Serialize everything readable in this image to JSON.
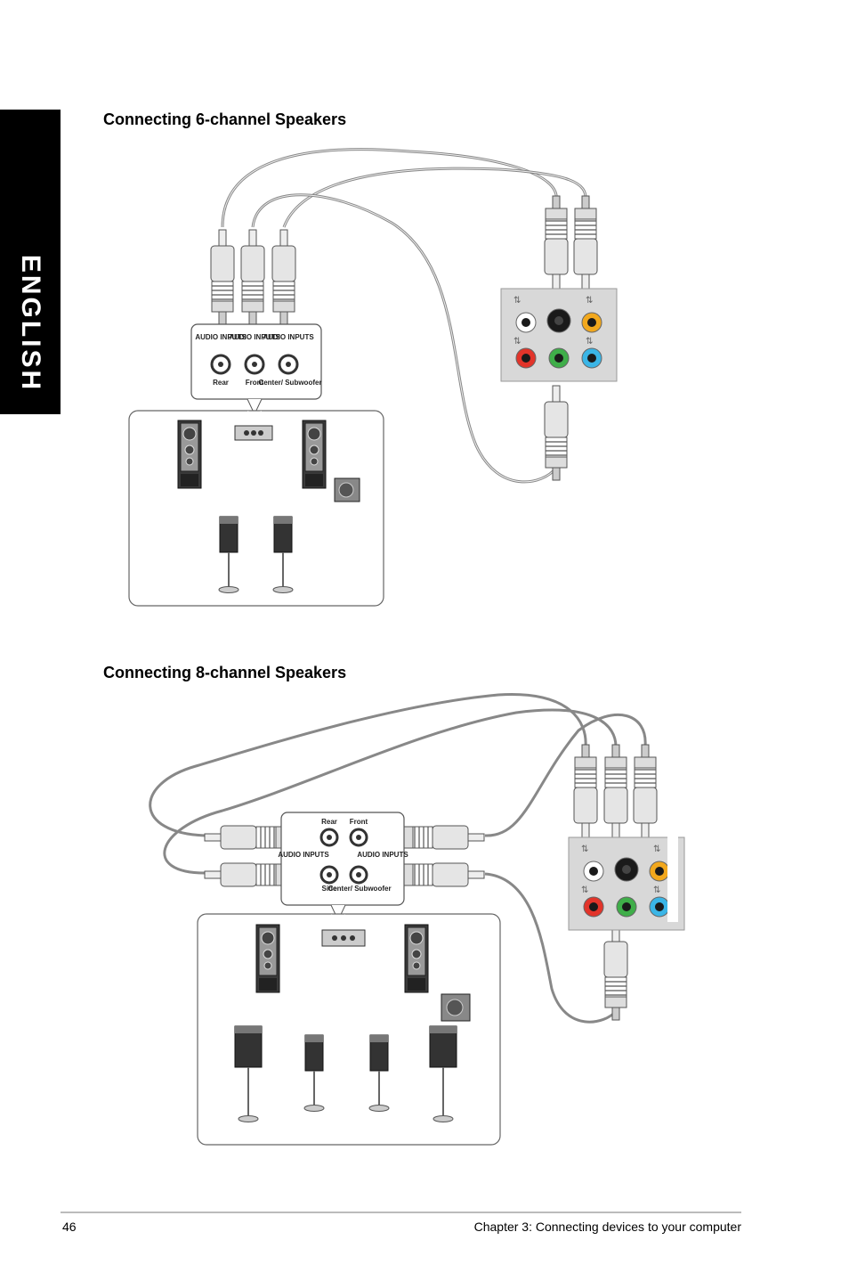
{
  "side_tab": {
    "label": "ENGLISH"
  },
  "sections": [
    {
      "title": "Connecting 6-channel Speakers",
      "jack_box": {
        "headers": [
          "AUDIO INPUTS",
          "AUDIO INPUTS",
          "AUDIO INPUTS"
        ],
        "labels": [
          "Rear",
          "Front",
          "Center/ Subwoofer"
        ]
      }
    },
    {
      "title": "Connecting 8-channel Speakers",
      "jack_box": {
        "top_labels": [
          "Rear",
          "Front"
        ],
        "side_headers": [
          "AUDIO INPUTS",
          "AUDIO INPUTS"
        ],
        "bottom_labels": [
          "Side",
          "Center/ Subwoofer"
        ]
      }
    }
  ],
  "colors": {
    "jack_black": "#1a1a1a",
    "jack_orange": "#f2a81d",
    "jack_red": "#e2342a",
    "jack_green": "#3fae49",
    "jack_blue": "#3ab5e6",
    "panel_grey": "#d8d8d8"
  },
  "footer": {
    "page_number": "46",
    "chapter": "Chapter 3: Connecting devices to your computer"
  }
}
